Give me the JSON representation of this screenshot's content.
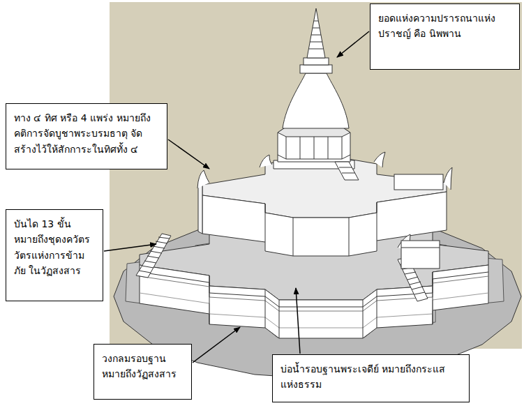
{
  "diagram": {
    "nodes": [
      {
        "text": [
          "ยอดแห่งความปรารถนาแห่ง ปราชญ์ คือ นิพพาน"
        ]
      },
      {
        "text": [
          "ทาง ๔ ทิศ หรือ 4 แพร่ง หมายถึงคติการจัดบูชาพระบรมธาตุ จัดสร้างไว้ให้สักการะในทิศทั้ง ๔"
        ]
      },
      {
        "text": [
          "บันได 13 ขั้น หมายถึงชุดงควัตร วัตรแห่งการข้ามภัย ในวัฏสงสาร"
        ]
      },
      {
        "text": [
          "วงกลมรอบฐาน หมายถึงวัฏสงสาร"
        ]
      },
      {
        "text": [
          "บ่อน้ำรอบฐานพระเจดีย์ หมายถึงกระแสแห่งธรรม"
        ]
      }
    ]
  }
}
